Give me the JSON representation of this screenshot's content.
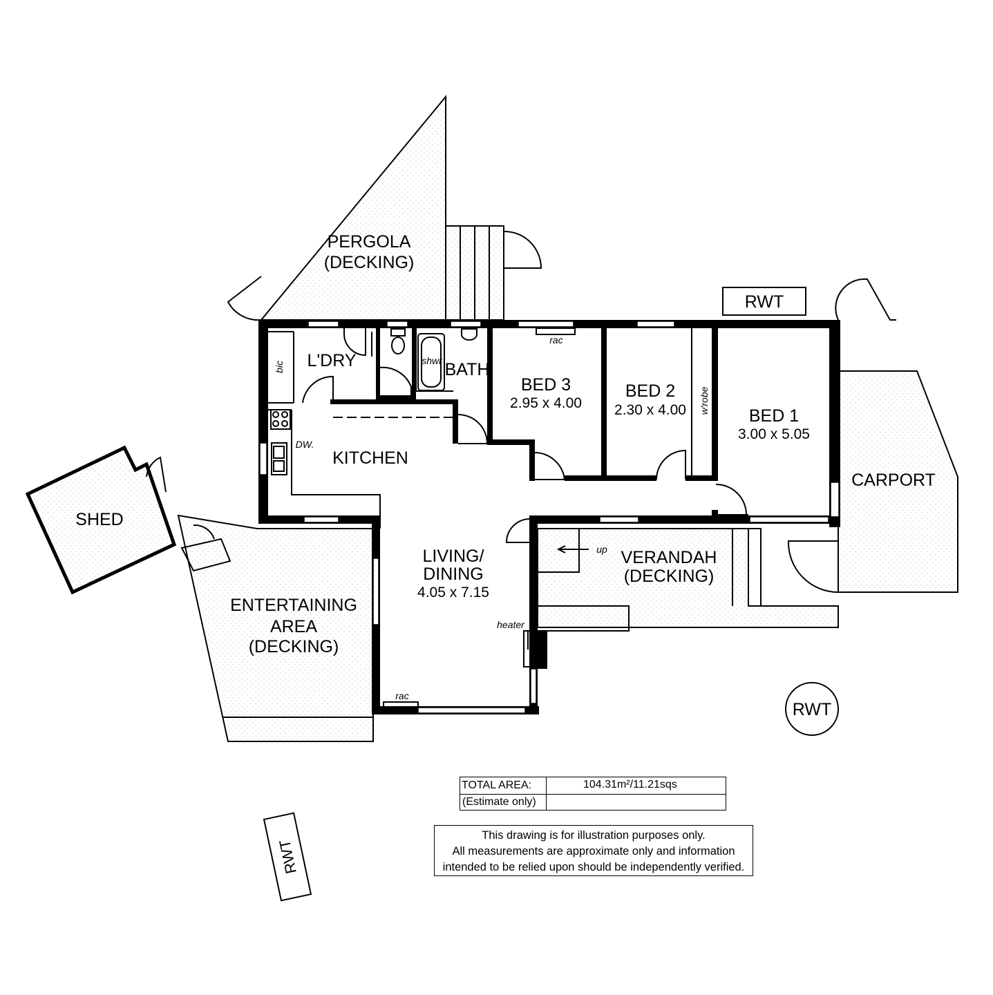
{
  "rooms": {
    "pergola": {
      "name": "PERGOLA",
      "sub": "(DECKING)"
    },
    "laundry": {
      "name": "L'DRY"
    },
    "bic": {
      "name": "bic"
    },
    "bath": {
      "name": "BATH",
      "shower": "shwr"
    },
    "bed3": {
      "name": "BED 3",
      "dims": "2.95 x 4.00",
      "rac": "rac"
    },
    "bed2": {
      "name": "BED 2",
      "dims": "2.30 x 4.00"
    },
    "wrobe": {
      "name": "w'robe"
    },
    "bed1": {
      "name": "BED 1",
      "dims": "3.00 x 5.05"
    },
    "kitchen": {
      "name": "KITCHEN",
      "dw": "DW."
    },
    "living": {
      "name1": "LIVING/",
      "name2": "DINING",
      "dims": "4.05 x 7.15",
      "rac": "rac",
      "heater": "heater"
    },
    "verandah": {
      "name": "VERANDAH",
      "sub": "(DECKING)",
      "up": "up"
    },
    "carport": {
      "name": "CARPORT"
    },
    "shed": {
      "name": "SHED"
    },
    "entertaining": {
      "name1": "ENTERTAINING",
      "name2": "AREA",
      "sub": "(DECKING)"
    }
  },
  "rwt_labels": [
    "RWT",
    "RWT",
    "RWT"
  ],
  "area_table": {
    "label1": "TOTAL AREA:",
    "label2": "(Estimate only)",
    "value": "104.31m²/11.21sqs"
  },
  "disclaimer": [
    "This drawing is for illustration purposes only.",
    "All measurements are approximate only and information",
    "intended to be relied upon should be independently verified."
  ]
}
